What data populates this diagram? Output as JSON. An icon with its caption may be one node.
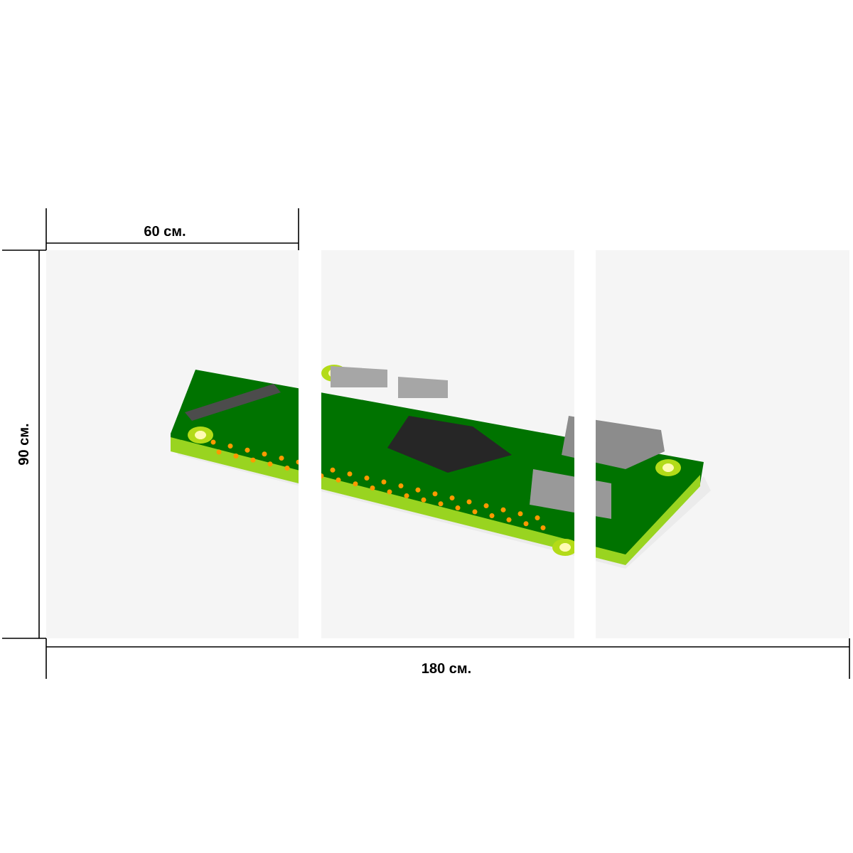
{
  "diagram": {
    "labels": [
      "60 см.",
      "90 см.",
      "180 см."
    ]
  }
}
